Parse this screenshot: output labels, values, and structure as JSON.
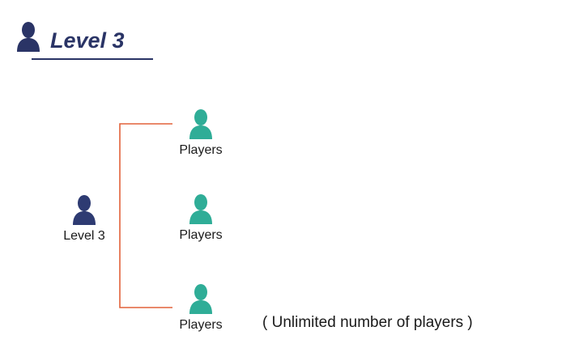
{
  "header": {
    "title": "Level 3",
    "icon": "person-icon",
    "color": "#2a3466"
  },
  "root": {
    "label": "Level 3",
    "icon": "person-icon",
    "color": "#2e3b72"
  },
  "children": [
    {
      "label": "Players",
      "icon": "person-icon",
      "color": "#2fad97"
    },
    {
      "label": "Players",
      "icon": "person-icon",
      "color": "#2fad97"
    },
    {
      "label": "Players",
      "icon": "person-icon",
      "color": "#2fad97"
    }
  ],
  "connector_color": "#e2623a",
  "note": "( Unlimited number of players )"
}
